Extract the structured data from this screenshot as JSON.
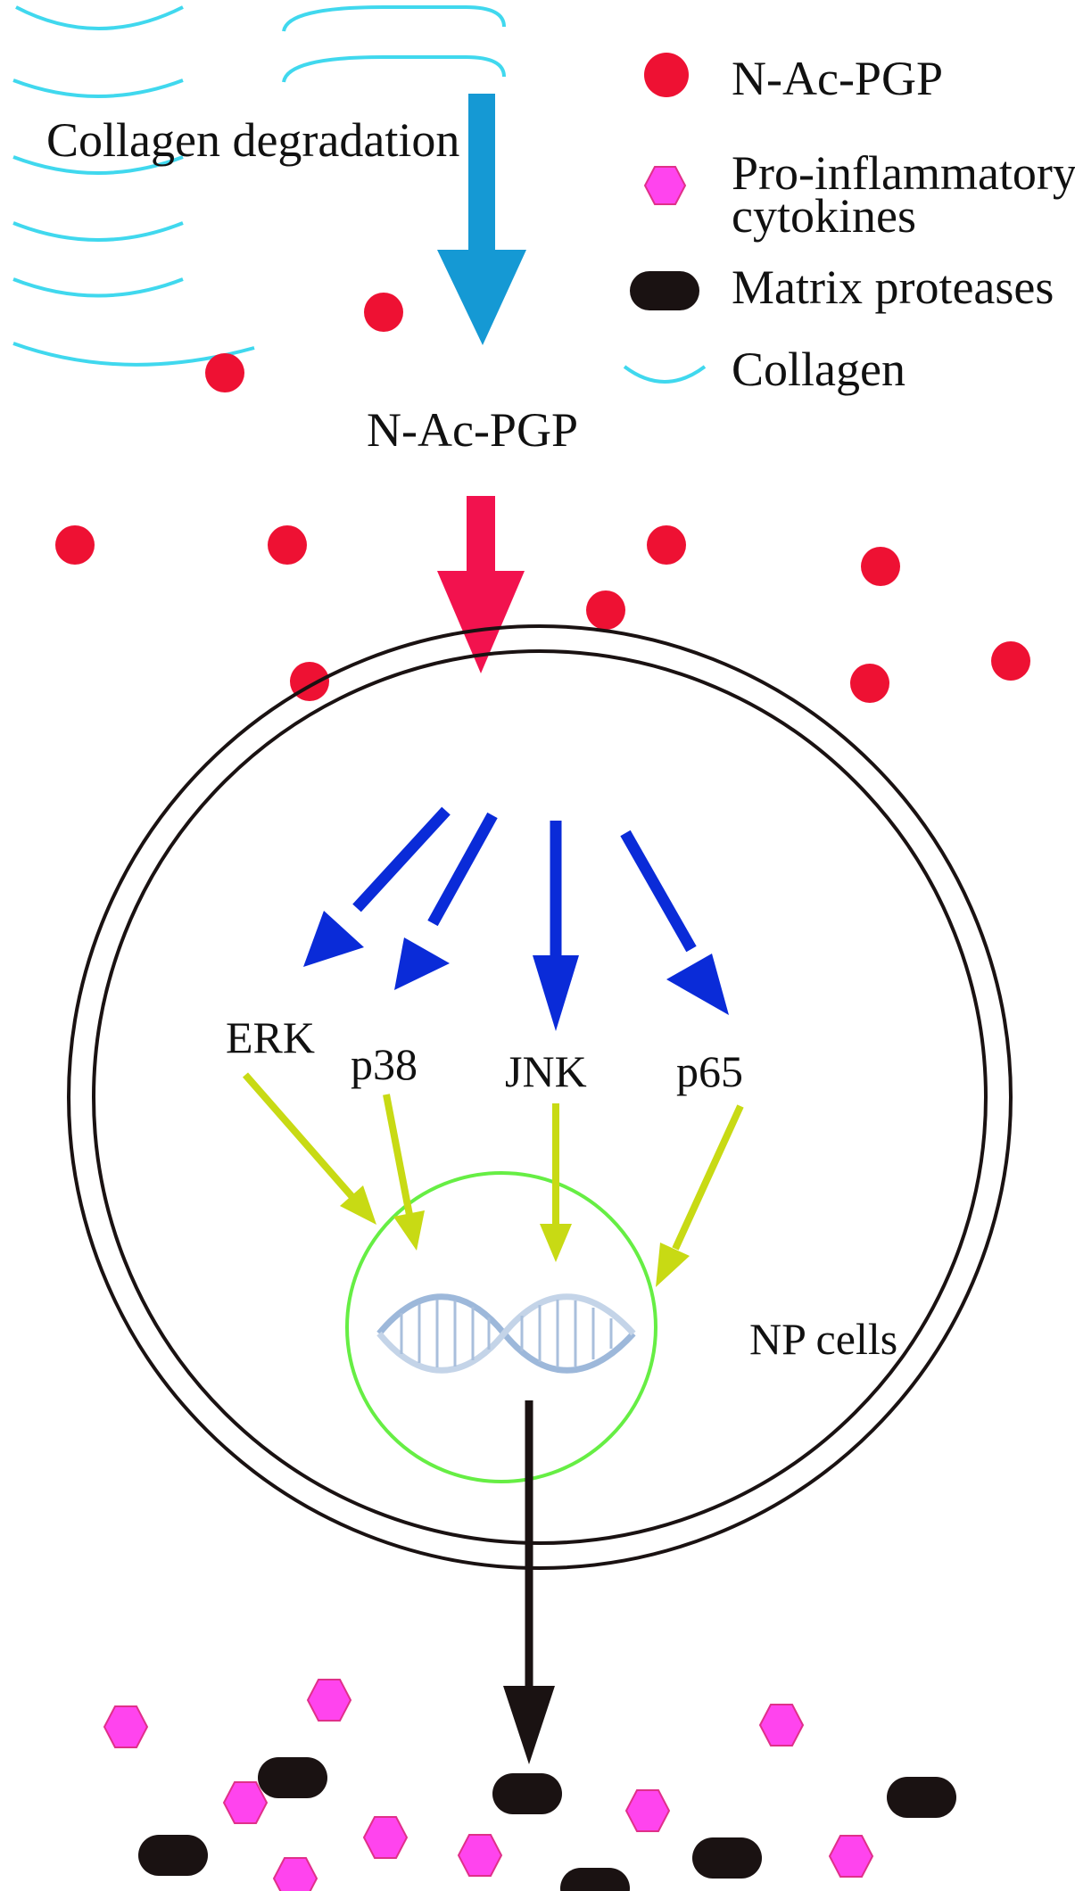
{
  "legend": {
    "items": [
      {
        "key": "n-ac-pgp",
        "label": "N-Ac-PGP",
        "icon": "red-circle-icon"
      },
      {
        "key": "cytokines",
        "label_line1": "Pro-inflammatory",
        "label_line2": "cytokines",
        "icon": "pink-hexagon-icon"
      },
      {
        "key": "proteases",
        "label": "Matrix proteases",
        "icon": "black-capsule-icon"
      },
      {
        "key": "collagen",
        "label": "Collagen",
        "icon": "cyan-arc-icon"
      }
    ]
  },
  "labels": {
    "collagen_degradation": "Collagen degradation",
    "n_ac_pgp": "N-Ac-PGP",
    "np_cells": "NP cells"
  },
  "pathways": [
    {
      "key": "erk",
      "label": "ERK"
    },
    {
      "key": "p38",
      "label": "p38"
    },
    {
      "key": "jnk",
      "label": "JNK"
    },
    {
      "key": "p65",
      "label": "p65"
    }
  ],
  "colors": {
    "collagen": "#40D8EE",
    "n_ac_pgp": "#EE1133",
    "cytokine_fill": "#FF44EE",
    "cytokine_stroke": "#E0308A",
    "protease": "#1A1212",
    "degradation_arrow": "#1599D4",
    "peptide_arrow": "#F2124E",
    "signal_arrow": "#0A2BD8",
    "nucleus_arrow": "#C8DA14",
    "nucleus": "#66EE44",
    "cell_membrane": "#1A1212",
    "dna": "#9DB8DA"
  }
}
